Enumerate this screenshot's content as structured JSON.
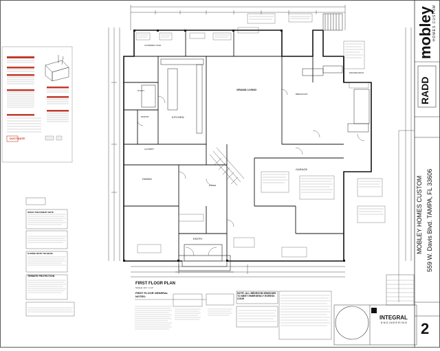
{
  "sheet": {
    "title": "FIRST FLOOR PLAN",
    "scale": "SCALE: 1/4\" = 1'-0\"",
    "general_notes_title": "FIRST FLOOR GENERAL NOTES:",
    "sheet_number": "2"
  },
  "title_block": {
    "brand": "mobley",
    "brand_sub": "HOMES CUSTOM",
    "radd": "RADD",
    "project_name": "MOBLEY HOMES CUSTOM",
    "project_address": "559 W. Davis Blvd. TAMPA, FL 33606",
    "engineer": "INTEGRAL",
    "engineer_sub": "ENGINEERING"
  },
  "rooms": {
    "grand_living": "GRAND LIVING",
    "kitchen": "KITCHEN",
    "dining": "DINING",
    "entry": "ENTRY",
    "garage": "GARAGE",
    "pantry": "PANTRY",
    "breakfast": "BREAKFAST",
    "covered_lanai": "COVERED LANAI",
    "master_bath": "MASTER BATH",
    "foyer": "FOYER",
    "study": "STUDY",
    "laundry": "LAUNDRY"
  },
  "notes": {
    "termite_title": "TERMITE PROTECTION",
    "wood_treatment_title": "WOOD TREATMENT NOTE",
    "sliding_note_title": "SLIDING NOTE TIE BEAM",
    "bedroom_windows_note": "NOTE: ALL BEDROOM WINDOWS TO MEET EMERGENCY EGRESS CODE",
    "ductmate": "DUCTMATE"
  }
}
